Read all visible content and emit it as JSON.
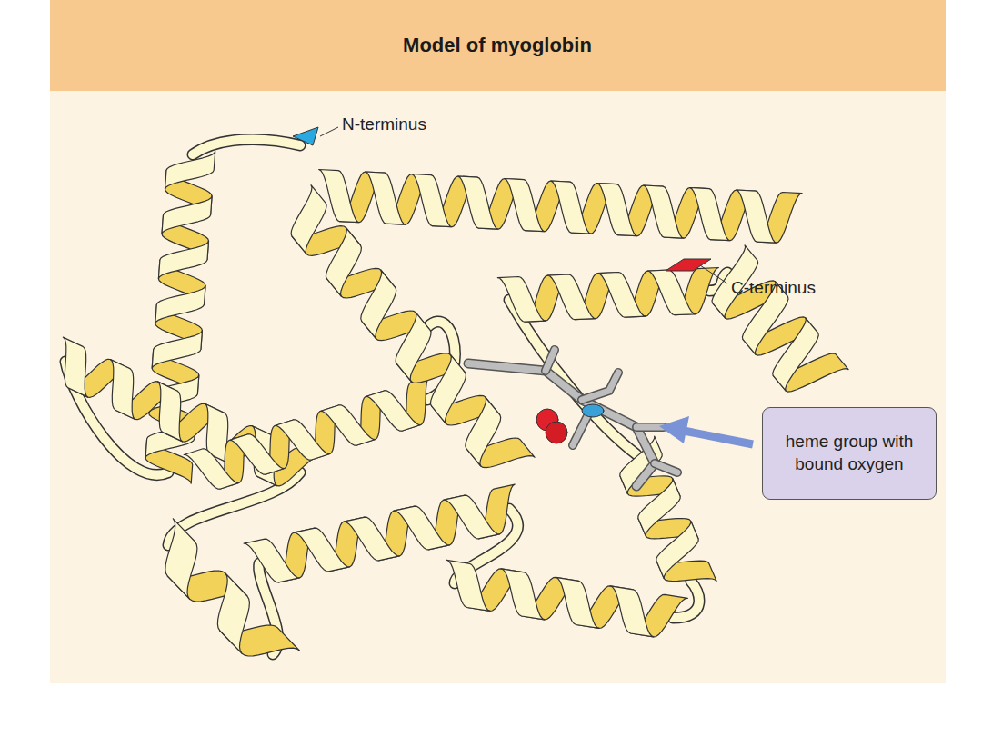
{
  "diagram": {
    "title": "Model of myoglobin",
    "nodes": [
      {
        "text": [
          "heme group with bound oxygen"
        ]
      }
    ],
    "labels": [
      "N-terminus",
      "C-terminus"
    ]
  }
}
